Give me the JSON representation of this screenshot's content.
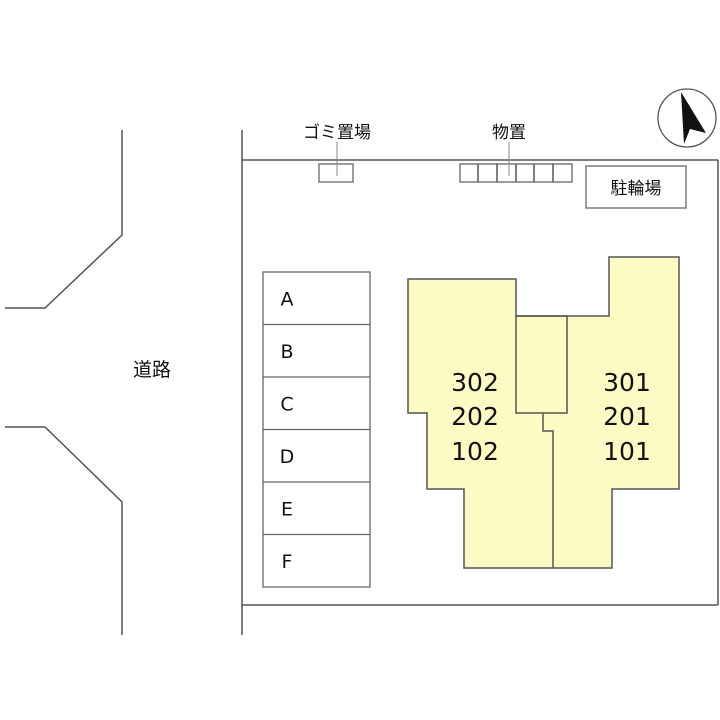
{
  "labels": {
    "road": "道路",
    "garbage": "ゴミ置場",
    "storage": "物置",
    "bicycle": "駐輪場"
  },
  "parking": [
    "A",
    "B",
    "C",
    "D",
    "E",
    "F"
  ],
  "units_left": [
    "302",
    "202",
    "102"
  ],
  "units_right": [
    "301",
    "201",
    "101"
  ],
  "colors": {
    "building": "#fdfbc4",
    "line": "#555555"
  },
  "compass": "north-arrow-icon"
}
